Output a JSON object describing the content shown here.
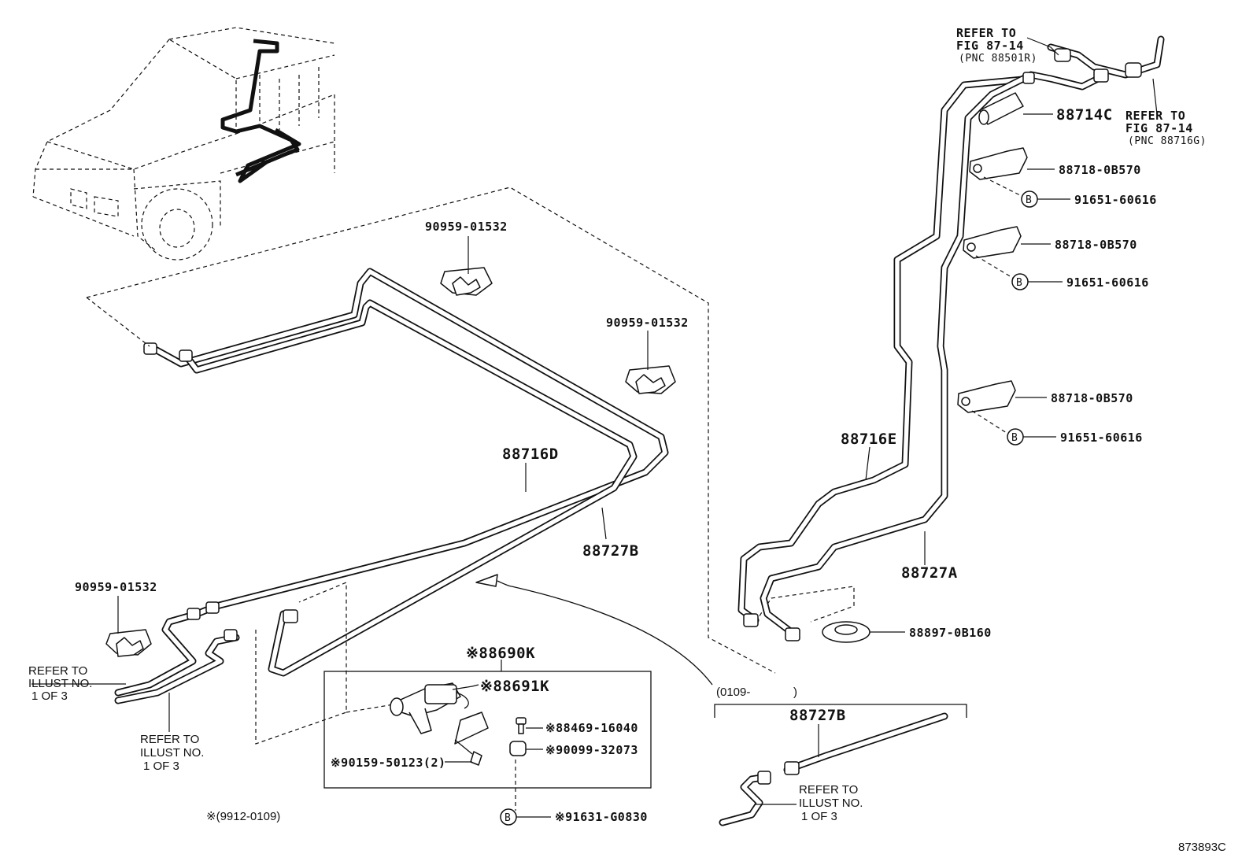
{
  "labels": {
    "refer_fig_a_1": "REFER TO",
    "refer_fig_a_2": "FIG 87-14",
    "refer_fig_a_3": "(PNC 88501R)",
    "refer_fig_b_1": "REFER TO",
    "refer_fig_b_2": "FIG 87-14",
    "refer_fig_b_3": "(PNC 88716G)",
    "p_88714C": "88714C",
    "p_88718_1": "88718-0B570",
    "p_91651_1": "91651-60616",
    "p_88718_2": "88718-0B570",
    "p_91651_2": "91651-60616",
    "p_88718_3": "88718-0B570",
    "p_91651_3": "91651-60616",
    "p_88716E": "88716E",
    "p_88727A": "88727A",
    "p_88897": "88897-0B160",
    "p_90959_top": "90959-01532",
    "p_90959_mid": "90959-01532",
    "p_90959_left": "90959-01532",
    "p_88716D": "88716D",
    "p_88727B": "88727B",
    "p_88690K": "※88690K",
    "p_88691K": "※88691K",
    "p_88469": "※88469-16040",
    "p_90099": "※90099-32073",
    "p_90159": "※90159-50123(2)",
    "p_91631": "※91631-G0830",
    "date_note": "※(9912-0109)",
    "range_note": "(0109-",
    "range_note_end": ")",
    "p_88727B_inset": "88727B",
    "refer_illust_a_1": "REFER TO",
    "refer_illust_a_2": "ILLUST NO.",
    "refer_illust_a_3": "1 OF 3",
    "refer_illust_b_1": "REFER TO",
    "refer_illust_b_2": "ILLUST NO.",
    "refer_illust_b_3": "1 OF 3",
    "refer_illust_c_1": "REFER TO",
    "refer_illust_c_2": "ILLUST NO.",
    "refer_illust_c_3": "1 OF 3",
    "bolt_marker": "B",
    "figure_id": "873893C"
  }
}
